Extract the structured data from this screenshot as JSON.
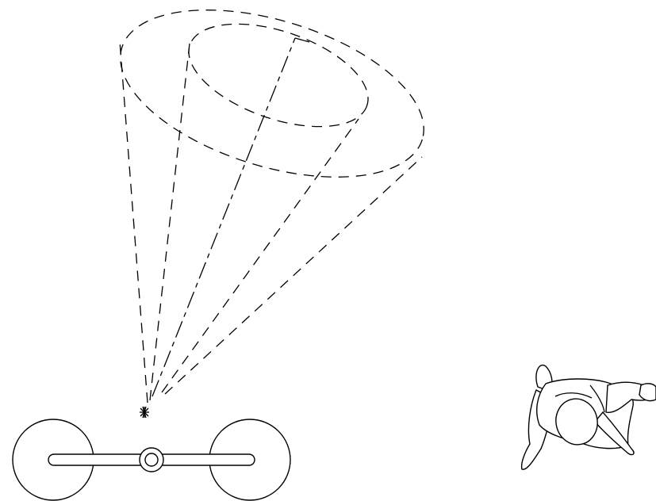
{
  "figure": {
    "kind": "line-drawing",
    "background": "#ffffff",
    "stroke_color": "#000000",
    "elements": [
      "camera-light-cone",
      "light-source-icon",
      "dumbbell-fixture",
      "standing-person-top-view"
    ]
  }
}
